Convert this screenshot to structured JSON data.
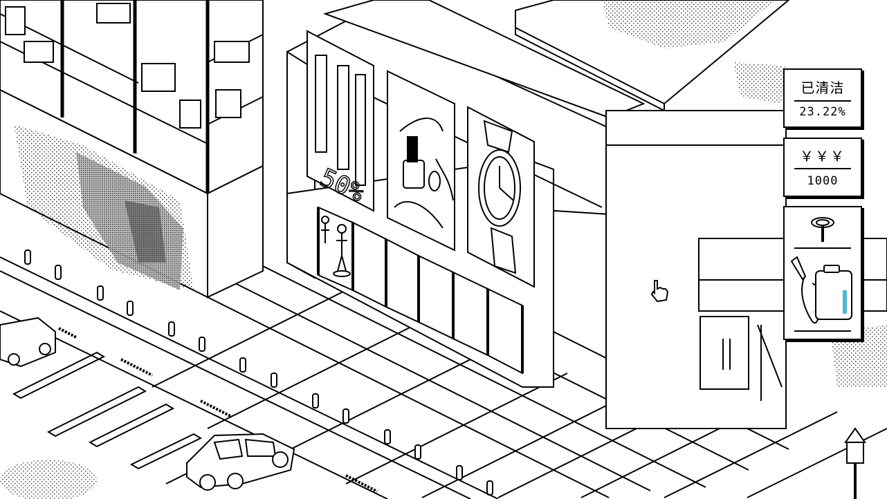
{
  "hud": {
    "cleaned_label": "已清洁",
    "cleaned_percent": "23.22%",
    "money_label": "￥￥￥",
    "money_value": "1000"
  },
  "tool_panel": {
    "icons": [
      "spray-nozzle-icon",
      "pressure-washer-icon"
    ]
  },
  "billboards": {
    "sale_text": "50%",
    "items": [
      "sale-poster",
      "lipstick-poster",
      "watch-poster"
    ]
  },
  "colors": {
    "ink": "#000000",
    "paper": "#ffffff",
    "water_tank": "#4fb7d6"
  }
}
